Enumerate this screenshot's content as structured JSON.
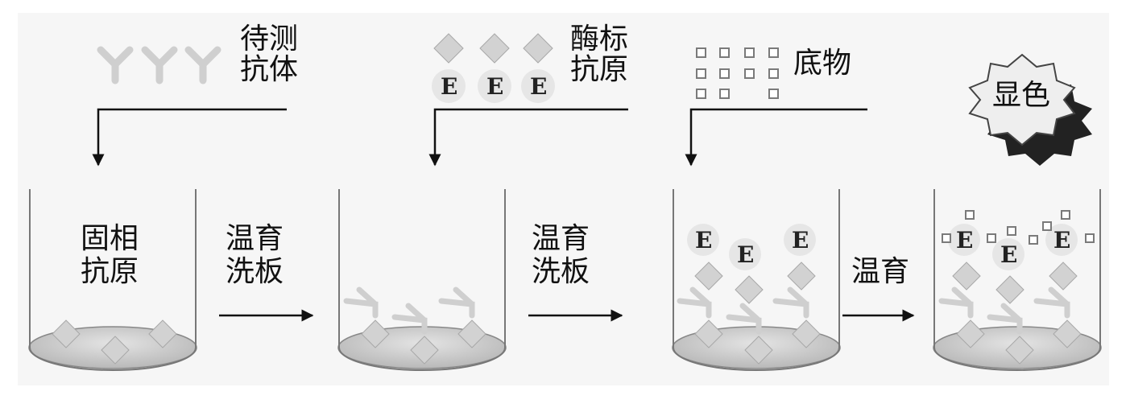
{
  "labels": {
    "test_antibody": [
      "待测",
      "抗体"
    ],
    "enzyme_antigen": [
      "酶标",
      "抗原"
    ],
    "substrate": "底物",
    "color": "显色",
    "solid_antigen": [
      "固相",
      "抗原"
    ],
    "incubate_wash": [
      "温育",
      "洗板"
    ],
    "incubate": "温育"
  },
  "enzyme_symbol": "E",
  "colors": {
    "background": "#f6f6f6",
    "shape_gray": "#d2d2d2",
    "shape_stroke": "#a8a8a8",
    "line": "#111111",
    "dark_star": "#222222"
  }
}
